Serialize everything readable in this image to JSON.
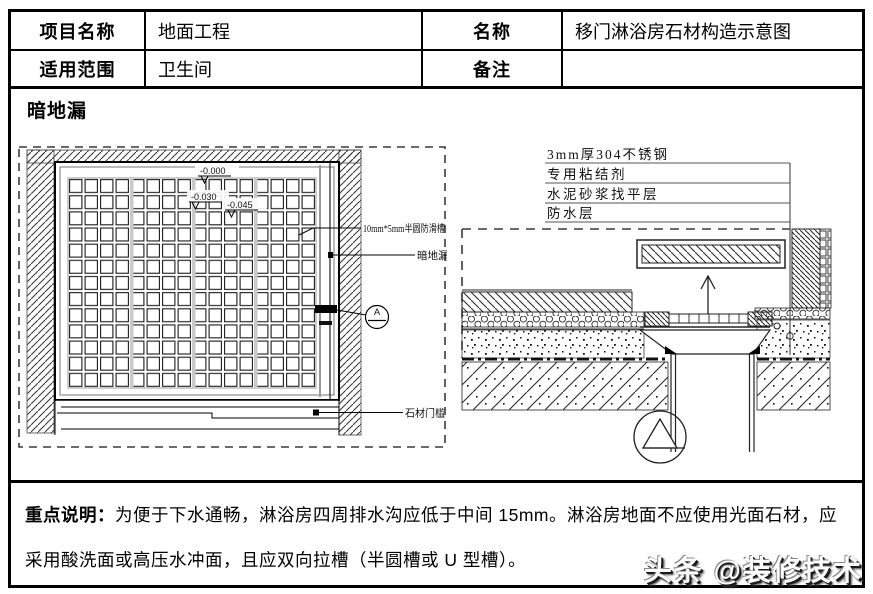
{
  "header_table": {
    "rows": [
      {
        "label_a": "项目名称",
        "value_a": "地面工程",
        "label_b": "名称",
        "value_b": "移门淋浴房石材构造示意图"
      },
      {
        "label_a": "适用范围",
        "value_a": "卫生间",
        "label_b": "备注",
        "value_b": ""
      }
    ]
  },
  "section_title": "暗地漏",
  "plan_view": {
    "elevation_marks": [
      "-0.000",
      "-0.030",
      "-0.045"
    ],
    "callouts": {
      "groove": "10mm*5mm半圆防滑槽",
      "drain": "暗地漏",
      "threshold": "石材门槛",
      "section_letter": "A"
    }
  },
  "section_view": {
    "callouts": [
      "3mm厚304不锈钢",
      "专用粘结剂",
      "水泥砂浆找平层",
      "防水层"
    ]
  },
  "note": {
    "label": "重点说明：",
    "text": "为便于下水通畅，淋浴房四周排水沟应低于中间 15mm。淋浴房地面不应使用光面石材，应采用酸洗面或高压水冲面，且应双向拉槽（半圆槽或 U 型槽）。"
  },
  "watermark": "头条 @装修技术"
}
